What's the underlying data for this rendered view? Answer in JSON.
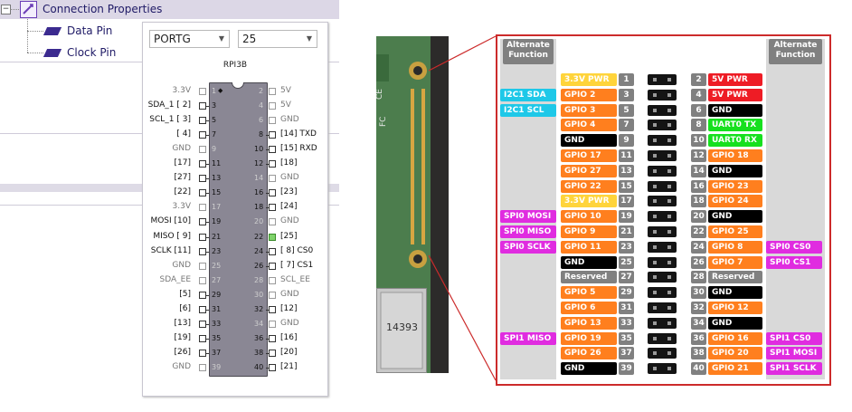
{
  "panel": {
    "header_title": "Connection Properties",
    "tree_items": [
      "Data Pin",
      "Clock Pin"
    ],
    "port_select": "PORTG",
    "pin_select": "25",
    "chip_name": "RPI3B"
  },
  "chip_left": [
    {
      "name": "3.3V",
      "n": "1",
      "dim": true
    },
    {
      "name": "SDA_1 [ 2]",
      "n": "3",
      "dim": false
    },
    {
      "name": "SCL_1 [ 3]",
      "n": "5",
      "dim": false
    },
    {
      "name": "[ 4]",
      "n": "7",
      "dim": false
    },
    {
      "name": "GND",
      "n": "9",
      "dim": true
    },
    {
      "name": "[17]",
      "n": "11",
      "dim": false
    },
    {
      "name": "[27]",
      "n": "13",
      "dim": false
    },
    {
      "name": "[22]",
      "n": "15",
      "dim": false
    },
    {
      "name": "3.3V",
      "n": "17",
      "dim": true
    },
    {
      "name": "MOSI [10]",
      "n": "19",
      "dim": false
    },
    {
      "name": "MISO [ 9]",
      "n": "21",
      "dim": false
    },
    {
      "name": "SCLK [11]",
      "n": "23",
      "dim": false
    },
    {
      "name": "GND",
      "n": "25",
      "dim": true
    },
    {
      "name": "SDA_EE",
      "n": "27",
      "dim": true
    },
    {
      "name": "[5]",
      "n": "29",
      "dim": false
    },
    {
      "name": "[6]",
      "n": "31",
      "dim": false
    },
    {
      "name": "[13]",
      "n": "33",
      "dim": false
    },
    {
      "name": "[19]",
      "n": "35",
      "dim": false
    },
    {
      "name": "[26]",
      "n": "37",
      "dim": false
    },
    {
      "name": "GND",
      "n": "39",
      "dim": true
    }
  ],
  "chip_right": [
    {
      "name": "5V",
      "n": "2",
      "dim": true
    },
    {
      "name": "5V",
      "n": "4",
      "dim": true
    },
    {
      "name": "GND",
      "n": "6",
      "dim": true
    },
    {
      "name": "[14] TXD",
      "n": "8",
      "dim": false
    },
    {
      "name": "[15] RXD",
      "n": "10",
      "dim": false
    },
    {
      "name": "[18]",
      "n": "12",
      "dim": false
    },
    {
      "name": "GND",
      "n": "14",
      "dim": true
    },
    {
      "name": "[23]",
      "n": "16",
      "dim": false
    },
    {
      "name": "[24]",
      "n": "18",
      "dim": false
    },
    {
      "name": "GND",
      "n": "20",
      "dim": true
    },
    {
      "name": "[25]",
      "n": "22",
      "dim": false,
      "active": true
    },
    {
      "name": "[ 8] CS0",
      "n": "24",
      "dim": false
    },
    {
      "name": "[ 7] CS1",
      "n": "26",
      "dim": false
    },
    {
      "name": "SCL_EE",
      "n": "28",
      "dim": true
    },
    {
      "name": "GND",
      "n": "30",
      "dim": true
    },
    {
      "name": "[12]",
      "n": "32",
      "dim": false
    },
    {
      "name": "GND",
      "n": "34",
      "dim": true
    },
    {
      "name": "[16]",
      "n": "36",
      "dim": false
    },
    {
      "name": "[20]",
      "n": "38",
      "dim": false
    },
    {
      "name": "[21]",
      "n": "40",
      "dim": false
    }
  ],
  "pinout": {
    "alt_header": "Alternate Function",
    "left_rows": [
      {
        "alt": "",
        "label": "3.3V PWR",
        "num": "1",
        "color": "#ffd43b",
        "text": "#ffffff"
      },
      {
        "alt": "I2C1 SDA",
        "label": "GPIO 2",
        "num": "3",
        "color": "#ff7f1e",
        "text": "#ffffff"
      },
      {
        "alt": "I2C1 SCL",
        "label": "GPIO 3",
        "num": "5",
        "color": "#ff7f1e",
        "text": "#ffffff"
      },
      {
        "alt": "",
        "label": "GPIO 4",
        "num": "7",
        "color": "#ff7f1e",
        "text": "#ffffff"
      },
      {
        "alt": "",
        "label": "GND",
        "num": "9",
        "color": "#000000",
        "text": "#ffffff"
      },
      {
        "alt": "",
        "label": "GPIO 17",
        "num": "11",
        "color": "#ff7f1e",
        "text": "#ffffff"
      },
      {
        "alt": "",
        "label": "GPIO 27",
        "num": "13",
        "color": "#ff7f1e",
        "text": "#ffffff"
      },
      {
        "alt": "",
        "label": "GPIO 22",
        "num": "15",
        "color": "#ff7f1e",
        "text": "#ffffff"
      },
      {
        "alt": "",
        "label": "3.3V PWR",
        "num": "17",
        "color": "#ffd43b",
        "text": "#ffffff"
      },
      {
        "alt": "SPI0 MOSI",
        "label": "GPIO 10",
        "num": "19",
        "color": "#ff7f1e",
        "text": "#ffffff"
      },
      {
        "alt": "SPI0 MISO",
        "label": "GPIO 9",
        "num": "21",
        "color": "#ff7f1e",
        "text": "#ffffff"
      },
      {
        "alt": "SPI0 SCLK",
        "label": "GPIO 11",
        "num": "23",
        "color": "#ff7f1e",
        "text": "#ffffff"
      },
      {
        "alt": "",
        "label": "GND",
        "num": "25",
        "color": "#000000",
        "text": "#ffffff"
      },
      {
        "alt": "",
        "label": "Reserved",
        "num": "27",
        "color": "#808080",
        "text": "#ffffff"
      },
      {
        "alt": "",
        "label": "GPIO 5",
        "num": "29",
        "color": "#ff7f1e",
        "text": "#ffffff"
      },
      {
        "alt": "",
        "label": "GPIO 6",
        "num": "31",
        "color": "#ff7f1e",
        "text": "#ffffff"
      },
      {
        "alt": "",
        "label": "GPIO 13",
        "num": "33",
        "color": "#ff7f1e",
        "text": "#ffffff"
      },
      {
        "alt": "SPI1 MISO",
        "label": "GPIO 19",
        "num": "35",
        "color": "#ff7f1e",
        "text": "#ffffff"
      },
      {
        "alt": "",
        "label": "GPIO 26",
        "num": "37",
        "color": "#ff7f1e",
        "text": "#ffffff"
      },
      {
        "alt": "",
        "label": "GND",
        "num": "39",
        "color": "#000000",
        "text": "#ffffff"
      }
    ],
    "right_rows": [
      {
        "alt": "",
        "label": "5V PWR",
        "num": "2",
        "color": "#ee1c25",
        "text": "#ffffff"
      },
      {
        "alt": "",
        "label": "5V PWR",
        "num": "4",
        "color": "#ee1c25",
        "text": "#ffffff"
      },
      {
        "alt": "",
        "label": "GND",
        "num": "6",
        "color": "#000000",
        "text": "#ffffff"
      },
      {
        "alt": "",
        "label": "UART0 TX",
        "num": "8",
        "color": "#16e01e",
        "text": "#ffffff"
      },
      {
        "alt": "",
        "label": "UART0 RX",
        "num": "10",
        "color": "#16e01e",
        "text": "#ffffff"
      },
      {
        "alt": "",
        "label": "GPIO 18",
        "num": "12",
        "color": "#ff7f1e",
        "text": "#ffffff"
      },
      {
        "alt": "",
        "label": "GND",
        "num": "14",
        "color": "#000000",
        "text": "#ffffff"
      },
      {
        "alt": "",
        "label": "GPIO 23",
        "num": "16",
        "color": "#ff7f1e",
        "text": "#ffffff"
      },
      {
        "alt": "",
        "label": "GPIO 24",
        "num": "18",
        "color": "#ff7f1e",
        "text": "#ffffff"
      },
      {
        "alt": "",
        "label": "GND",
        "num": "20",
        "color": "#000000",
        "text": "#ffffff"
      },
      {
        "alt": "",
        "label": "GPIO 25",
        "num": "22",
        "color": "#ff7f1e",
        "text": "#ffffff"
      },
      {
        "alt": "SPI0 CS0",
        "label": "GPIO 8",
        "num": "24",
        "color": "#ff7f1e",
        "text": "#ffffff"
      },
      {
        "alt": "SPI0 CS1",
        "label": "GPIO 7",
        "num": "26",
        "color": "#ff7f1e",
        "text": "#ffffff"
      },
      {
        "alt": "",
        "label": "Reserved",
        "num": "28",
        "color": "#808080",
        "text": "#ffffff"
      },
      {
        "alt": "",
        "label": "GND",
        "num": "30",
        "color": "#000000",
        "text": "#ffffff"
      },
      {
        "alt": "",
        "label": "GPIO 12",
        "num": "32",
        "color": "#ff7f1e",
        "text": "#ffffff"
      },
      {
        "alt": "",
        "label": "GND",
        "num": "34",
        "color": "#000000",
        "text": "#ffffff"
      },
      {
        "alt": "SPI1 CS0",
        "label": "GPIO 16",
        "num": "36",
        "color": "#ff7f1e",
        "text": "#ffffff"
      },
      {
        "alt": "SPI1 MOSI",
        "label": "GPIO 20",
        "num": "38",
        "color": "#ff7f1e",
        "text": "#ffffff"
      },
      {
        "alt": "SPI1 SCLK",
        "label": "GPIO 21",
        "num": "40",
        "color": "#ff7f1e",
        "text": "#ffffff"
      }
    ],
    "i2c_color": "#1ec8e8",
    "spi_color": "#e02ce0",
    "frame_color": "#cc2b2b"
  }
}
